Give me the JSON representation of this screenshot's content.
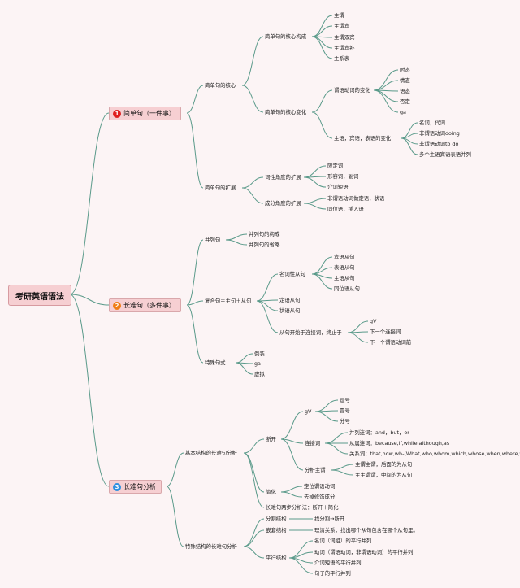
{
  "root": "考研英语语法",
  "branches": [
    {
      "num": "1",
      "label": "简单句（一件事）",
      "color": "#e02020"
    },
    {
      "num": "2",
      "label": "长难句（多件事）",
      "color": "#ef7d14"
    },
    {
      "num": "3",
      "label": "长难句分析",
      "color": "#2c8fe0"
    }
  ],
  "b1": {
    "core": {
      "label": "简单句的核心",
      "structure": {
        "label": "简单句的核心构成",
        "items": [
          "主谓",
          "主谓宾",
          "主谓双宾",
          "主谓宾补",
          "主系表"
        ]
      },
      "change": {
        "label": "简单句的核心变化",
        "verb": {
          "label": "谓语动词的变化",
          "items": [
            "时态",
            "情态",
            "语态",
            "否定",
            "ga"
          ]
        },
        "svo": {
          "label": "主语，宾语，表语的变化",
          "items": [
            "名词，代词",
            "非谓语动词doing",
            "非谓语动词to do",
            "多个主语宾语表语并列"
          ]
        }
      }
    },
    "expand": {
      "label": "简单句的扩展",
      "word": {
        "label": "词性角度的扩展",
        "items": [
          "限定词",
          "形容词，副词",
          "介词短语"
        ]
      },
      "part": {
        "label": "成分角度的扩展",
        "items": [
          "非谓语动词做定语，状语",
          "同位语，插入语"
        ]
      }
    }
  },
  "b2": {
    "coord": {
      "label": "并列句",
      "items": [
        "并列句的构成",
        "并列句的省略"
      ]
    },
    "complex": {
      "label": "复合句＝主句＋从句",
      "noun": {
        "label": "名词性从句",
        "items": [
          "宾语从句",
          "表语从句",
          "主语从句",
          "同位语从句"
        ]
      },
      "attr": "定语从句",
      "adv": "状语从句",
      "conj": {
        "label": "从句开始于连接词，终止于",
        "items": [
          "gV",
          "下一个连接词",
          "下一个谓语动词前"
        ]
      }
    },
    "special": {
      "label": "特殊句式",
      "items": [
        "倒装",
        "ga",
        "虚拟"
      ]
    }
  },
  "b3": {
    "basic": {
      "label": "基本结构的长难句分析",
      "split": {
        "label": "断开",
        "gv": {
          "label": "gV",
          "items": [
            "逗号",
            "冒号",
            "分号"
          ]
        },
        "conj": {
          "label": "连接词",
          "items": [
            "并列连词：and，but，or",
            "从属连词：because,if,while,although,as",
            "关系词：that,how,wh-(What,who,whom,which,whose,when,where,why)"
          ]
        },
        "subj": {
          "label": "分析主谓",
          "items": [
            "主谓主谓，后面的为从句",
            "主主谓谓，中间的为从句"
          ]
        }
      },
      "simplify": {
        "label": "简化",
        "items": [
          "定位谓语动词",
          "去掉修饰成分"
        ]
      },
      "steps": "长难句两步分析法：断开＋简化"
    },
    "special": {
      "label": "特殊结构的长难句分析",
      "divide": {
        "label": "分割结构",
        "text": "找分割→断开"
      },
      "nest": {
        "label": "嵌套结构",
        "text": "理清关系，找出哪个从句包含在哪个从句里。"
      },
      "parallel": {
        "label": "平行结构",
        "items": [
          "名词（词组）的平行并列",
          "动词（谓语动词，非谓语动词）的平行并列",
          "介词短语的平行并列",
          "句子的平行并列"
        ]
      }
    }
  }
}
